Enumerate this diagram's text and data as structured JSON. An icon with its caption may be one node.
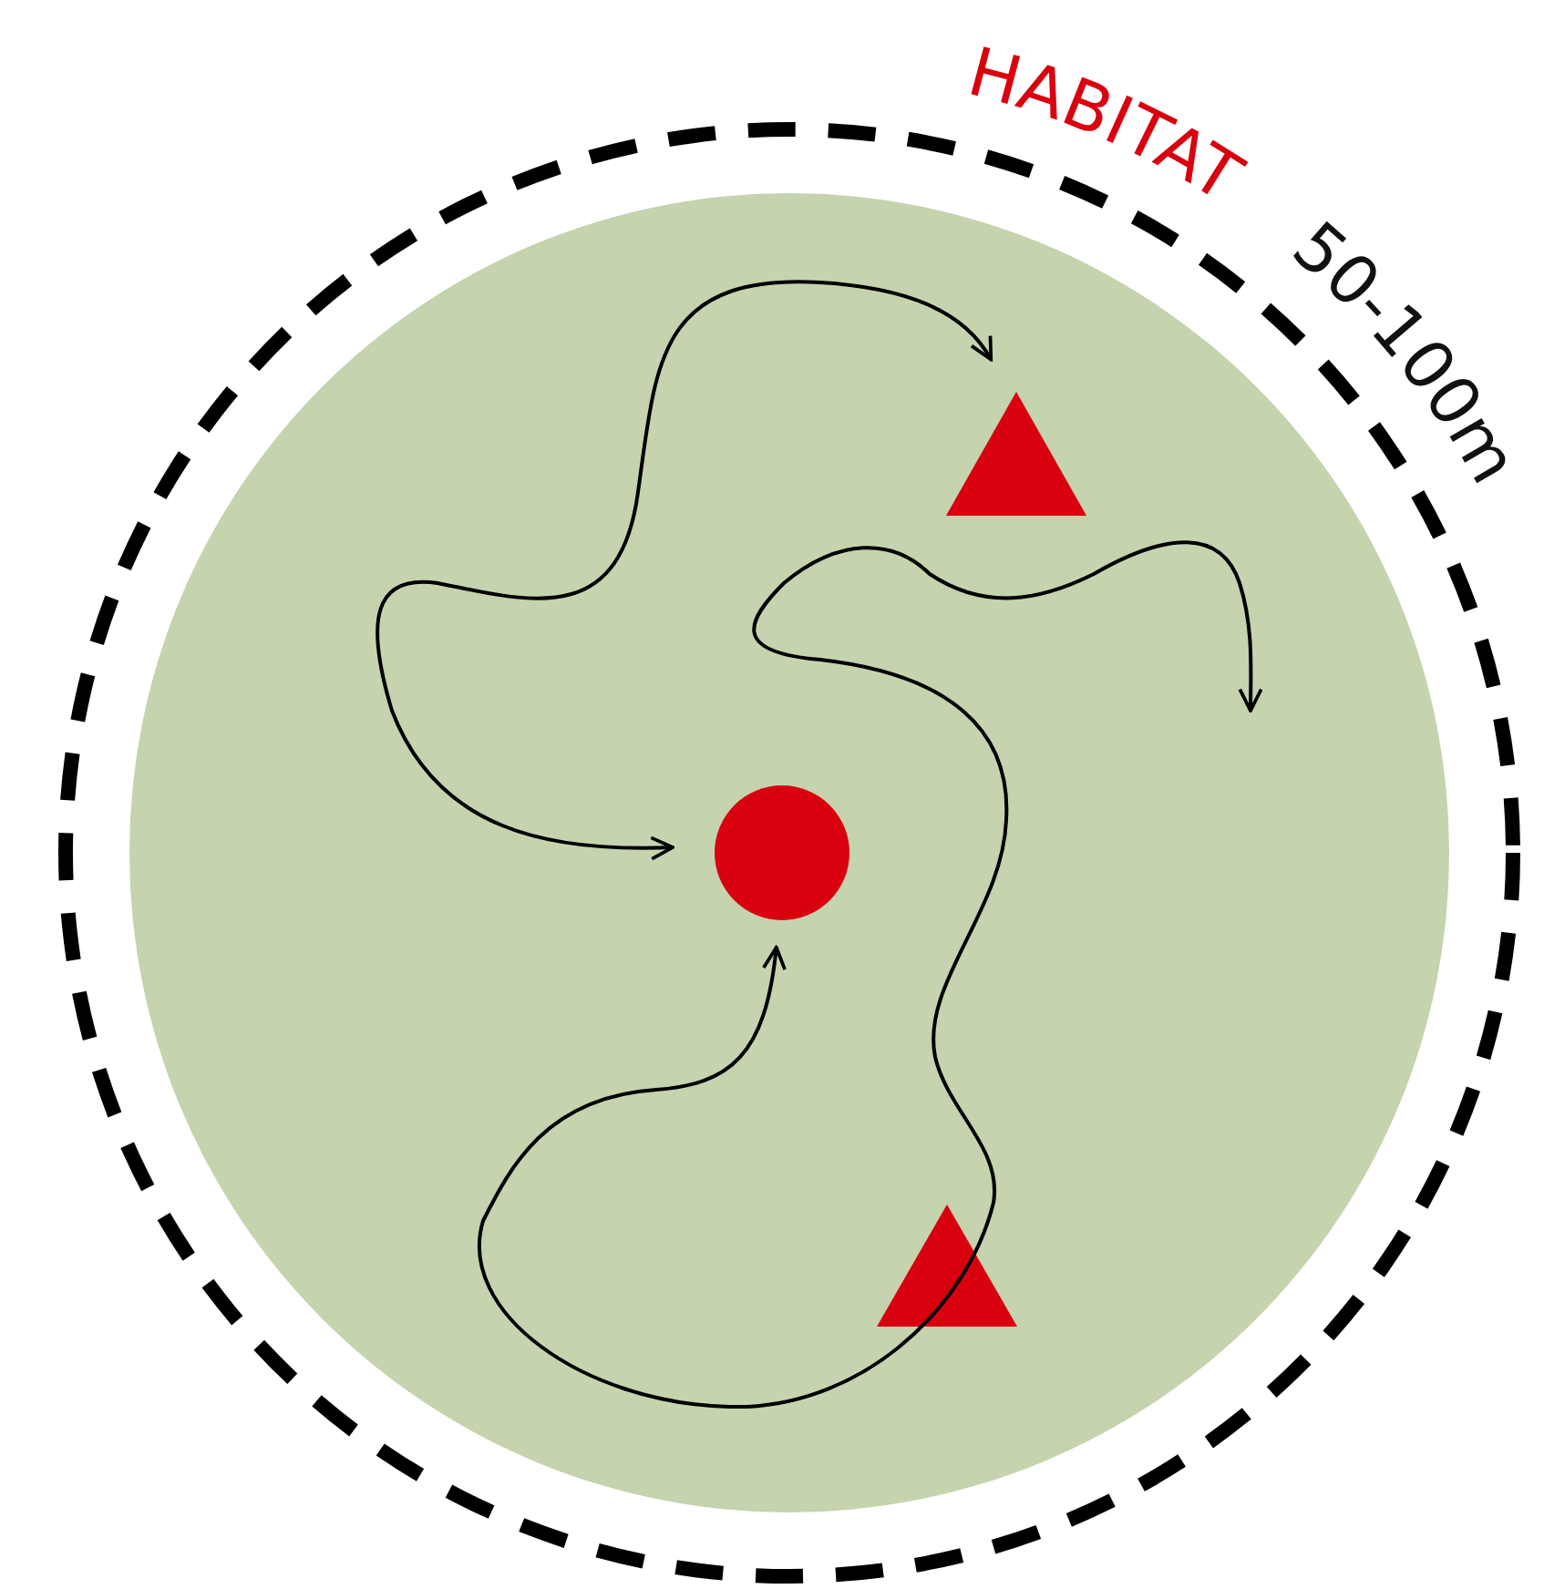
{
  "diagram": {
    "nodes": [
      {
        "text": [
          "HABITAT",
          "50-100m"
        ]
      },
      {
        "text": [],
        "shape": "circle",
        "in": 0
      },
      {
        "text": [],
        "shape": "triangle",
        "in": 1
      },
      {
        "text": [],
        "shape": "circle",
        "in": 1
      },
      {
        "text": [],
        "shape": "triangle",
        "in": 1
      }
    ],
    "edges": [
      {
        "from": 3,
        "to": 2,
        "arrow": "both"
      },
      {
        "from": 3,
        "to": null,
        "arrow": "both"
      }
    ]
  }
}
